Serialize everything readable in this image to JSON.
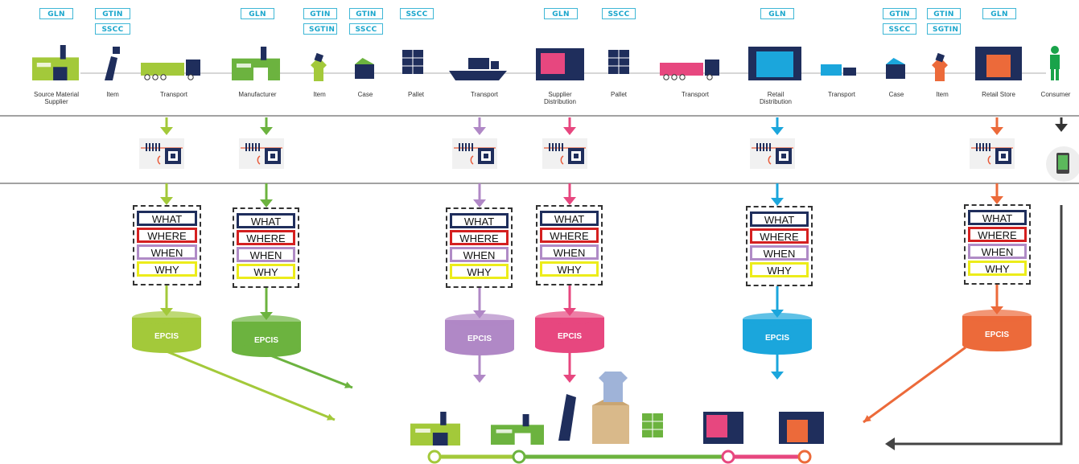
{
  "top_tags": {
    "t1": "GLN",
    "t2": "GTIN",
    "t3": "SSCC",
    "t4": "GLN",
    "t5": "GTIN",
    "t6": "SGTIN",
    "t7": "GTIN",
    "t8": "SSCC",
    "t9": "SSCC",
    "t10": "GLN",
    "t11": "SSCC",
    "t12": "GLN",
    "t13": "GTIN",
    "t14": "SSCC",
    "t15": "GTIN",
    "t16": "SGTIN",
    "t17": "GLN"
  },
  "stages": [
    "Source Material Supplier",
    "Item",
    "Transport",
    "Manufacturer",
    "Item",
    "Case",
    "Pallet",
    "Transport",
    "Supplier Distribution",
    "Pallet",
    "Transport",
    "Retail Distribution",
    "Transport",
    "Case",
    "Item",
    "Retail Store",
    "Consumer"
  ],
  "event_labels": {
    "what": "WHAT",
    "where": "WHERE",
    "when": "WHEN",
    "why": "WHY"
  },
  "epcis_label": "EPCIS",
  "colors": {
    "lime": "#a3c93a",
    "green": "#6cb33f",
    "purple": "#b088c6",
    "pink": "#e7477f",
    "blue": "#1ba6dc",
    "orange": "#ec6a3a",
    "dark": "#333333",
    "navy": "#1f2e5c"
  },
  "icons": [
    "source-supplier-icon",
    "item-icon",
    "truck-icon",
    "factory-icon",
    "case-icon",
    "pallet-icon",
    "ship-icon",
    "warehouse-icon",
    "store-icon",
    "consumer-icon",
    "rfid-reader-icon",
    "smartphone-icon",
    "epcis-database-icon"
  ]
}
